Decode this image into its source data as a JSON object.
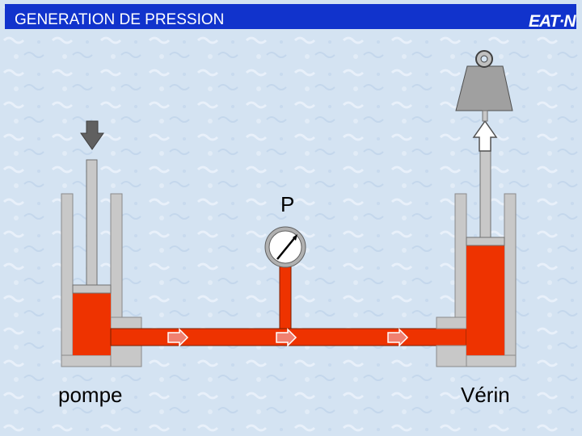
{
  "header": {
    "title": "GENERATION DE PRESSION",
    "logo": "EAT·N"
  },
  "labels": {
    "gauge": "P",
    "pump": "pompe",
    "cylinder": "Vérin"
  },
  "colors": {
    "header_bg": "#1133cc",
    "fluid": "#ee3300",
    "steel": "#c8c8c8",
    "steel_dark": "#8a8a8a",
    "weight": "#a0a0a0",
    "arrow_down": "#606060",
    "arrow_up": "#ffffff",
    "flow_arrow": "#f08070"
  },
  "icons": {
    "down_arrow": "down-arrow-icon",
    "up_arrow": "up-arrow-icon",
    "flow": "flow-arrow-icon",
    "gauge": "pressure-gauge-icon",
    "weight": "weight-icon"
  }
}
